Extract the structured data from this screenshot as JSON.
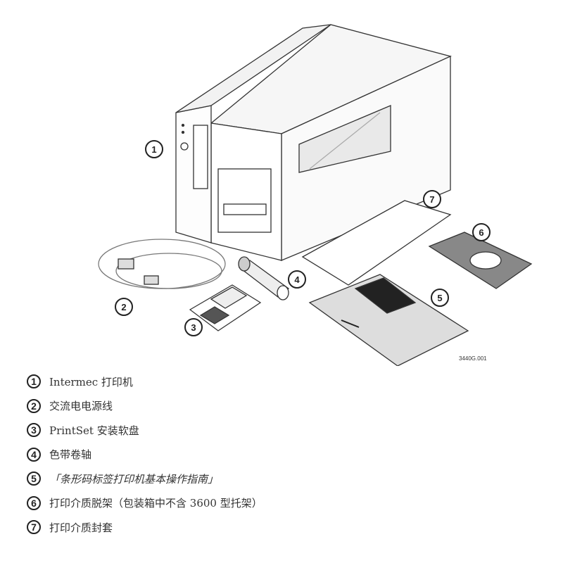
{
  "figure": {
    "figure_id": "3440G.001",
    "callouts": [
      "1",
      "2",
      "3",
      "4",
      "5",
      "6",
      "7"
    ]
  },
  "legend": [
    {
      "num": "1",
      "text": "Intermec 打印机"
    },
    {
      "num": "2",
      "text": "交流电电源线"
    },
    {
      "num": "3",
      "text": "PrintSet 安装软盘"
    },
    {
      "num": "4",
      "text": "色带卷轴"
    },
    {
      "num": "5",
      "text": "「条形码标签打印机基本操作指南」"
    },
    {
      "num": "6",
      "text": "打印介质脱架（包装箱中不含 3600 型托架）"
    },
    {
      "num": "7",
      "text": "打印介质封套"
    }
  ]
}
